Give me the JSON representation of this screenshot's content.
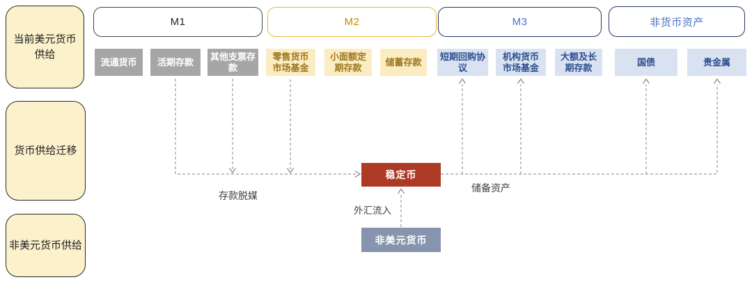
{
  "rows": {
    "current_usd_supply": "当前美元货币供给",
    "supply_migration": "货币供给迁移",
    "non_usd_supply": "非美元货币供给"
  },
  "groups": {
    "m1": {
      "label": "M1",
      "items": [
        "流通货币",
        "活期存款",
        "其他支票存款"
      ]
    },
    "m2": {
      "label": "M2",
      "items": [
        "零售货币市场基金",
        "小面额定期存款",
        "储蓄存款"
      ]
    },
    "m3": {
      "label": "M3",
      "items": [
        "短期回购协议",
        "机构货币市场基金",
        "大额及长期存款"
      ]
    },
    "non_monetary": {
      "label": "非货币资产",
      "items": [
        "国债",
        "贵金属"
      ]
    }
  },
  "flow": {
    "stablecoin": "稳定币",
    "non_usd_currency": "非美元货币",
    "deposit_disintermediation": "存款脱媒",
    "fx_inflow": "外汇流入",
    "reserve_assets": "储备资产"
  },
  "colors": {
    "left_box_bg": "#FBF2CC",
    "m1_child_bg": "#A6A6A6",
    "m2_border": "#E8B63E",
    "m2_child_bg": "#FBECC2",
    "m2_child_text": "#9C7720",
    "m3_child_bg": "#D8E2F1",
    "m3_child_text": "#2F4F8F",
    "navy_border": "#24365E",
    "accent_blue": "#4472C4",
    "stablecoin_bg": "#AD3A24",
    "non_usd_bg": "#8794AD"
  }
}
